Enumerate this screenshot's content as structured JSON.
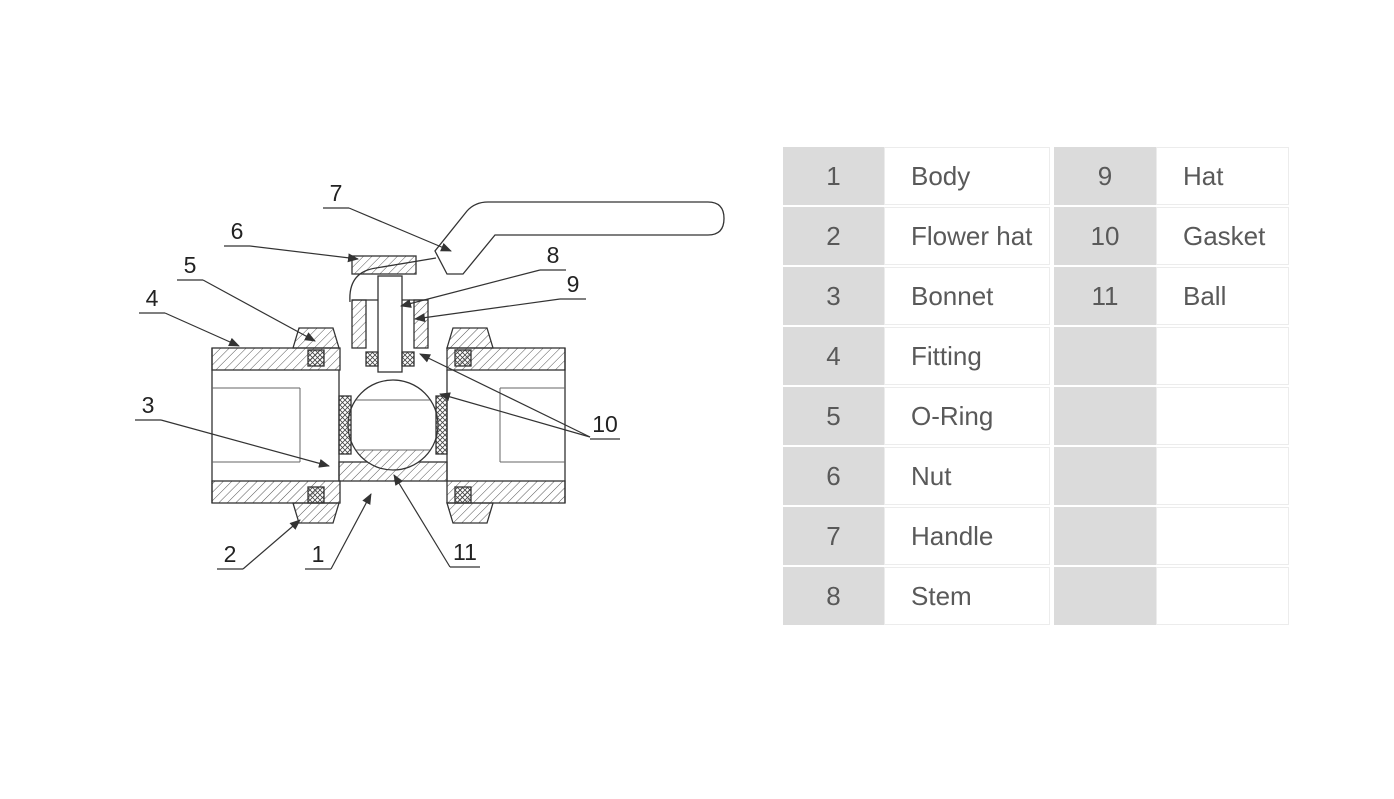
{
  "diagram": {
    "labels": {
      "n1": "1",
      "n2": "2",
      "n3": "3",
      "n4": "4",
      "n5": "5",
      "n6": "6",
      "n7": "7",
      "n8": "8",
      "n9": "9",
      "n10": "10",
      "n11": "11"
    }
  },
  "parts_table": {
    "rows": [
      {
        "ln": "1",
        "lname": "Body",
        "rn": "9",
        "rname": "Hat"
      },
      {
        "ln": "2",
        "lname": "Flower hat",
        "rn": "10",
        "rname": "Gasket"
      },
      {
        "ln": "3",
        "lname": "Bonnet",
        "rn": "11",
        "rname": "Ball"
      },
      {
        "ln": "4",
        "lname": "Fitting",
        "rn": "",
        "rname": ""
      },
      {
        "ln": "5",
        "lname": "O-Ring",
        "rn": "",
        "rname": ""
      },
      {
        "ln": "6",
        "lname": "Nut",
        "rn": "",
        "rname": ""
      },
      {
        "ln": "7",
        "lname": "Handle",
        "rn": "",
        "rname": ""
      },
      {
        "ln": "8",
        "lname": "Stem",
        "rn": "",
        "rname": ""
      }
    ]
  },
  "colors": {
    "cell_gray": "#dbdbdb",
    "label_border": "#ececec",
    "text": "#595959",
    "line": "#333333"
  }
}
